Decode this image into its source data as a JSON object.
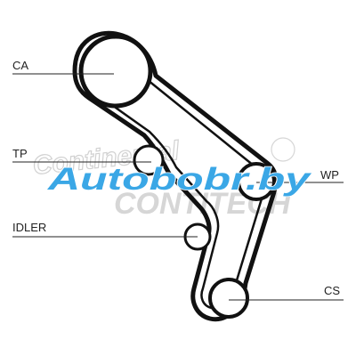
{
  "labels": {
    "ca": "CA",
    "tp": "TP",
    "wp": "WP",
    "idler": "IDLER",
    "cs": "CS"
  },
  "watermarks": {
    "continental": "Continental",
    "contitech": "CONTITECH",
    "site": "Autobobr.by"
  },
  "colors": {
    "belt": "#111111",
    "leader": "#222222",
    "site_text": "#3aa7e6",
    "watermark_gray": "#c8c8c8"
  }
}
